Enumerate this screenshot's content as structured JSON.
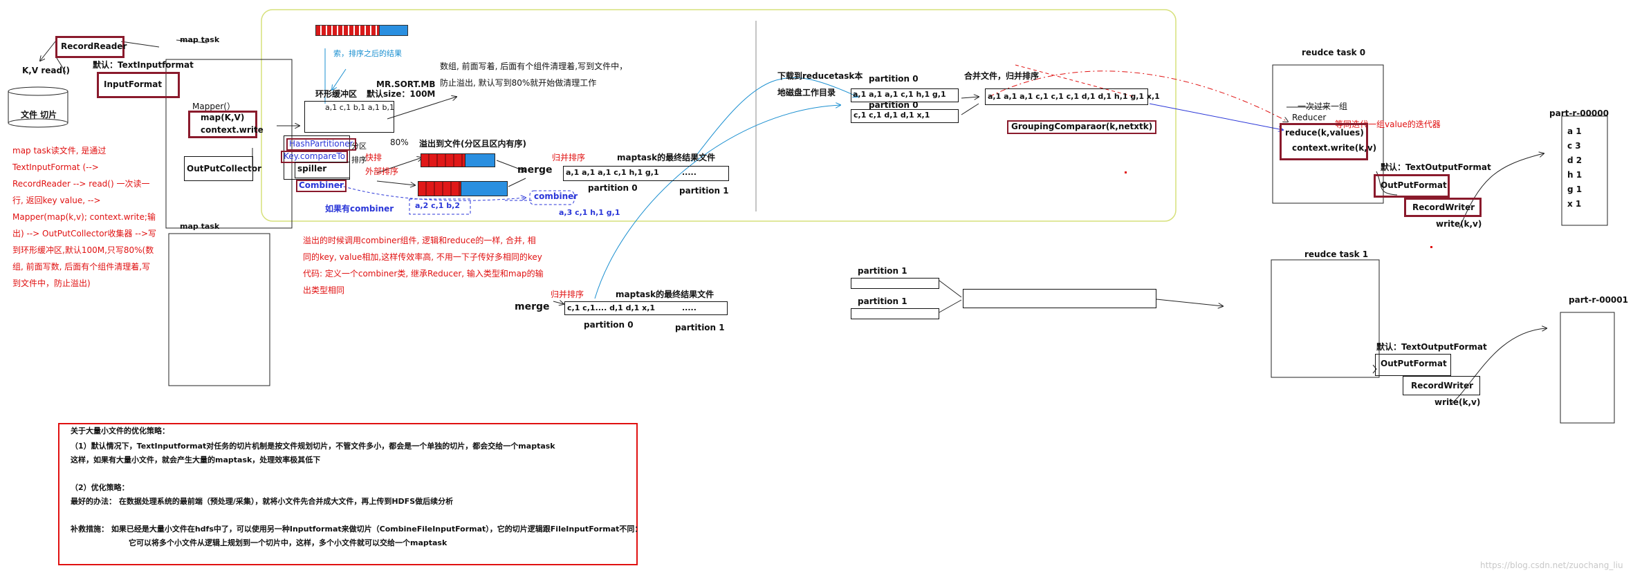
{
  "maptask": {
    "record_reader": "RecordReader",
    "map_task_label": "map task",
    "kv_read": "K,V read()",
    "file_split": "文件 切片",
    "default_tif": "默认：TextInputformat",
    "input_format": "InputFormat",
    "mapper": "Mapper(）",
    "map_kv": "map(K,V)",
    "context_write": "context.write",
    "output_collector": "OutPutCollector",
    "map_task_label2": "map task"
  },
  "notes_left": {
    "lines": [
      "map task读文件, 是通过",
      "TextInputFormat (-->",
      "RecordReader --> read() 一次读一",
      "行, 返回key value, -->",
      "Mapper(map(k,v); context.write;输",
      "出) --> OutPutCollector收集器 -->写",
      "到环形缓冲区,默认100M,只写80%(数",
      "组, 前面写数, 后面有个组件清理着,写",
      "到文件中，防止溢出)"
    ]
  },
  "ring": {
    "title": "环形缓冲区",
    "kv": "a,1  c,1  b,1 a,1 b,1",
    "mr_sort": "MR.SORT.MB",
    "default_size": "默认size：100M",
    "pct80": "80%",
    "desc1": "数组, 前面写着, 后面有个组件清理着,写到文件中，",
    "desc2": "防止溢出, 默认写到80%就开始做清理工作",
    "sorted_note": "索，排序之后的结果",
    "hash_partitioner": "HashPartitioner",
    "key_compare": "Key.compareTo",
    "partition_mark": "分区",
    "sort_mark": "排序",
    "spiller": "spiller",
    "quick_sort": "快排",
    "external_sort": "外部排序",
    "combiner": "Combiner",
    "spill_file": "溢出到文件(分区且区内有序)",
    "merge": "merge",
    "merge_sort": "归并排序",
    "final_file": "maptask的最终结果文件",
    "final_p0": "a,1 a,1 a,1 c,1 h,1 g,1",
    "final_p1": ".....",
    "partition0": "partition 0",
    "partition1": "partition 1",
    "combiner_small": "combiner",
    "if_combiner": "如果有combiner",
    "comb_in": "a,2   c,1   b,2",
    "comb_out": "a,3  c,1  h,1  g,1"
  },
  "combiner_note": {
    "lines": [
      "溢出的时候调用combiner组件, 逻辑和reduce的一样, 合并, 相",
      "同的key, value相加,这样传效率高, 不用一下子传好多相同的key",
      "代码: 定义一个combiner类, 继承Reducer, 输入类型和map的输",
      "出类型相同"
    ]
  },
  "maptask2": {
    "merge_sort": "归并排序",
    "merge": "merge",
    "final_file": "maptask的最终结果文件",
    "p0": "c,1  c,1....  d,1  d,1  x,1",
    "p1": ".....",
    "partition0": "partition 0",
    "partition1": "partition 1"
  },
  "reduce_side": {
    "download1": "下载到reducetask本",
    "download2": "地磁盘工作目录",
    "partition0": "partition 0",
    "p0a": "a,1  a,1  a,1  c,1  h,1  g,1",
    "p0b_label": "partition 0",
    "p0b": "c,1  c,1      d,1  d,1  x,1",
    "merge_file": "合并文件，归并排序",
    "merged": "a,1  a,1  a,1  c,1   c,1  c,1   d,1  d,1   h,1  g,1   x,1",
    "grouping": "GroupingComparaor(k,netxtk)",
    "partition1a": "partition  1",
    "partition1b": "partition  1"
  },
  "reduce0": {
    "title": "reudce task 0",
    "group_once": "一次过来一组",
    "reducer": "Reducer",
    "iter_note": "等同迭代一组value的迭代器",
    "reduce_kv": "reduce(k,values)",
    "ctx_write": "context.write(k,v)",
    "default_tof": "默认：TextOutputFormat",
    "output_format": "OutPutFormat",
    "record_writer": "RecordWriter",
    "write_kv": "write(k,v)",
    "part_file": "part-r-00000",
    "part_rows": [
      "a  1",
      "c  3",
      "d  2",
      "h  1",
      "g  1",
      "x  1"
    ]
  },
  "reduce1": {
    "title": "reudce task 1",
    "default_tof": "默认：TextOutputFormat",
    "output_format": "OutPutFormat",
    "record_writer": "RecordWriter",
    "write_kv": "write(k,v)",
    "part_file": "part-r-00001"
  },
  "small_files": {
    "title": "关于大量小文件的优化策略：",
    "l1": "（1）默认情况下，TextInputformat对任务的切片机制是按文件规划切片，不管文件多小，都会是一个单独的切片，都会交给一个maptask",
    "l2": "这样，如果有大量小文件，就会产生大量的maptask，处理效率极其低下",
    "l3": "（2）优化策略：",
    "l4": "最好的办法：  在数据处理系统的最前端（预处理/采集），就将小文件先合并成大文件，再上传到HDFS做后续分析",
    "l5": "补救措施：  如果已经是大量小文件在hdfs中了，可以使用另一种Inputformat来做切片（CombineFileInputFormat），它的切片逻辑跟FileInputFormat不同：",
    "l6": "它可以将多个小文件从逻辑上规划到一个切片中，这样，多个小文件就可以交给一个maptask"
  },
  "watermark": "https://blog.csdn.net/zuochang_liu",
  "colors": {
    "red": "#e01010",
    "blue": "#2a36d8",
    "darkred": "#8a1a2c",
    "cyan": "#1a8fd0",
    "yellowgreen": "#d6e07a"
  }
}
